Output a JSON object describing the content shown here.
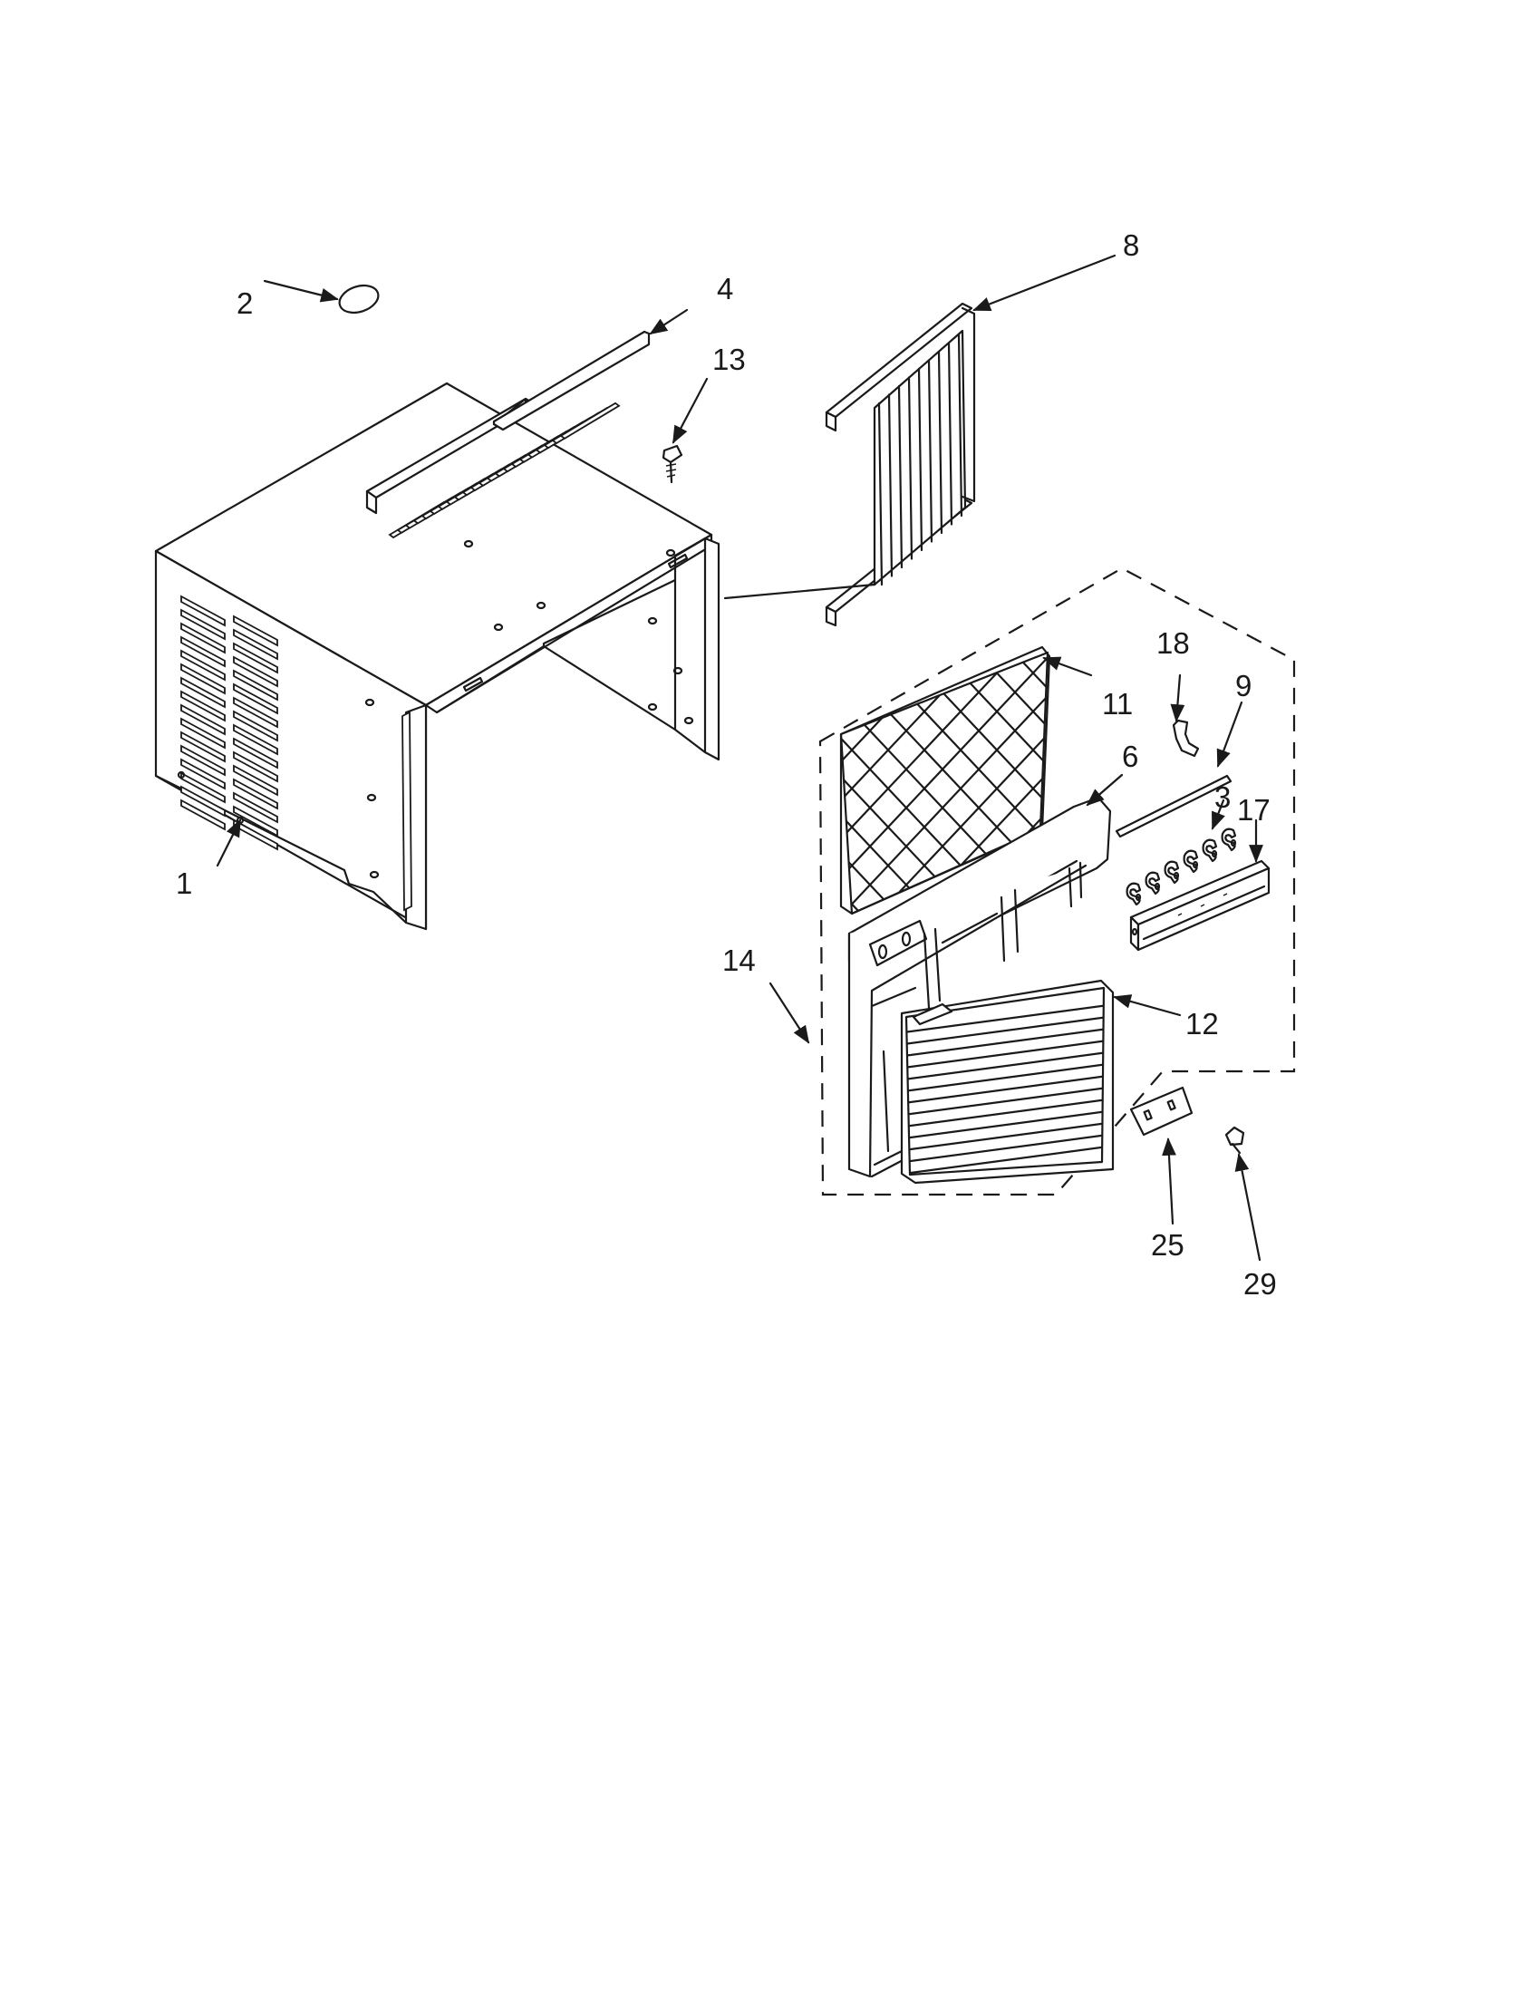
{
  "diagram": {
    "callouts": [
      {
        "id": "callout-1",
        "label": "1"
      },
      {
        "id": "callout-2",
        "label": "2"
      },
      {
        "id": "callout-3",
        "label": "3"
      },
      {
        "id": "callout-4",
        "label": "4"
      },
      {
        "id": "callout-6",
        "label": "6"
      },
      {
        "id": "callout-8",
        "label": "8"
      },
      {
        "id": "callout-9",
        "label": "9"
      },
      {
        "id": "callout-11",
        "label": "11"
      },
      {
        "id": "callout-12",
        "label": "12"
      },
      {
        "id": "callout-13",
        "label": "13"
      },
      {
        "id": "callout-14",
        "label": "14"
      },
      {
        "id": "callout-17",
        "label": "17"
      },
      {
        "id": "callout-18",
        "label": "18"
      },
      {
        "id": "callout-25",
        "label": "25"
      },
      {
        "id": "callout-29",
        "label": "29"
      }
    ]
  }
}
